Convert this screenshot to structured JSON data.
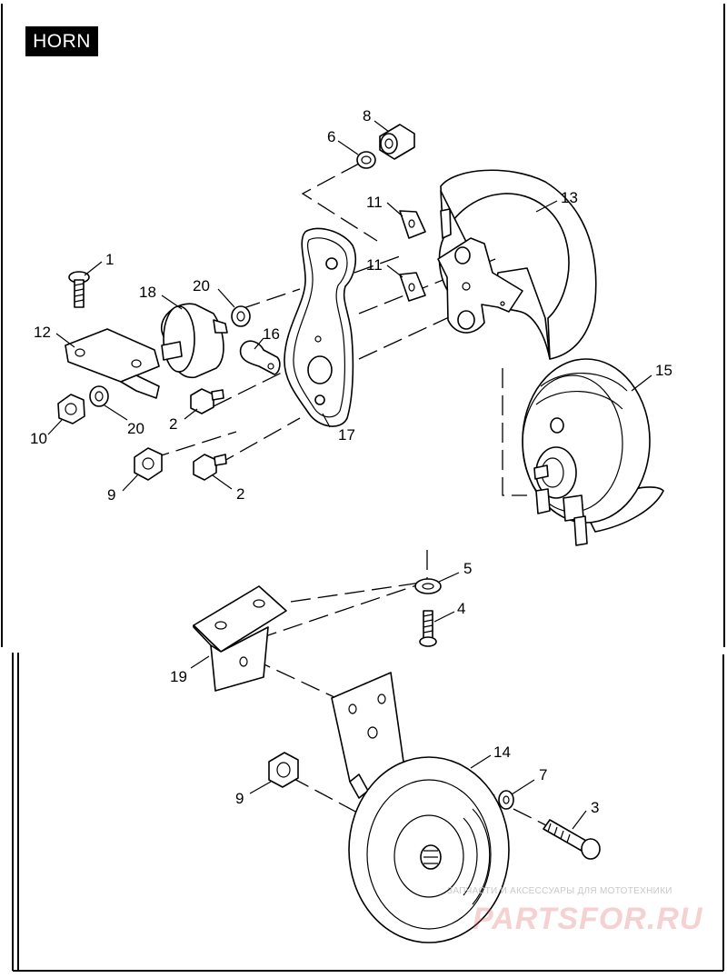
{
  "title": "HORN",
  "callouts": [
    {
      "id": "c1",
      "label": "1"
    },
    {
      "id": "c2a",
      "label": "2"
    },
    {
      "id": "c2b",
      "label": "2"
    },
    {
      "id": "c3",
      "label": "3"
    },
    {
      "id": "c4",
      "label": "4"
    },
    {
      "id": "c5",
      "label": "5"
    },
    {
      "id": "c6",
      "label": "6"
    },
    {
      "id": "c7",
      "label": "7"
    },
    {
      "id": "c8",
      "label": "8"
    },
    {
      "id": "c9a",
      "label": "9"
    },
    {
      "id": "c9b",
      "label": "9"
    },
    {
      "id": "c10",
      "label": "10"
    },
    {
      "id": "c11a",
      "label": "11"
    },
    {
      "id": "c11b",
      "label": "11"
    },
    {
      "id": "c12",
      "label": "12"
    },
    {
      "id": "c13",
      "label": "13"
    },
    {
      "id": "c14",
      "label": "14"
    },
    {
      "id": "c15",
      "label": "15"
    },
    {
      "id": "c16",
      "label": "16"
    },
    {
      "id": "c17",
      "label": "17"
    },
    {
      "id": "c18",
      "label": "18"
    },
    {
      "id": "c19",
      "label": "19"
    },
    {
      "id": "c20a",
      "label": "20"
    },
    {
      "id": "c20b",
      "label": "20"
    }
  ],
  "watermark": {
    "tagline": "ЗАПЧАСТИ И АКСЕССУАРЫ ДЛЯ МОТОТЕХНИКИ",
    "brand": "PARTSFOR.RU"
  }
}
